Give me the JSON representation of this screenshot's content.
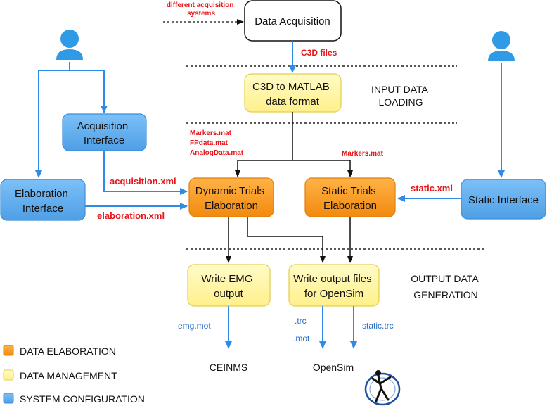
{
  "colors": {
    "orange": "#f7941d",
    "yellow": "#fff5a0",
    "blue": "#5aa9ef",
    "arrow_blue": "#2f8be6",
    "label_red": "#e8141a",
    "label_blue": "#2a6fbf"
  },
  "top_note": [
    "different acquisition",
    "systems"
  ],
  "boxes": {
    "data_acquisition": "Data Acquisition",
    "c3d_to_matlab": [
      "C3D to MATLAB",
      "data format"
    ],
    "acquisition_interface": [
      "Acquisition",
      "Interface"
    ],
    "elaboration_interface": [
      "Elaboration",
      "Interface"
    ],
    "dynamic_trials": [
      "Dynamic Trials",
      "Elaboration"
    ],
    "static_trials": [
      "Static Trials",
      "Elaboration"
    ],
    "static_interface": "Static Interface",
    "write_emg": [
      "Write EMG",
      "output"
    ],
    "write_opensim": [
      "Write output files",
      "for OpenSim"
    ]
  },
  "sections": {
    "input": [
      "INPUT DATA",
      "LOADING"
    ],
    "output": [
      "OUTPUT DATA",
      "GENERATION"
    ]
  },
  "labels": {
    "c3d_files": "C3D files",
    "dynamic_inputs": [
      "Markers.mat",
      "FPdata.mat",
      "AnalogData.mat"
    ],
    "static_input": "Markers.mat",
    "acquisition_xml": "acquisition.xml",
    "elaboration_xml": "elaboration.xml",
    "static_xml": "static.xml",
    "emg_mot": "emg.mot",
    "trc": ".trc",
    "mot": ".mot",
    "static_trc": "static.trc"
  },
  "sinks": {
    "ceinms": "CEINMS",
    "opensim": "OpenSim"
  },
  "legend": [
    {
      "label": "DATA ELABORATION",
      "color": "#f7941d"
    },
    {
      "label": "DATA MANAGEMENT",
      "color": "#fff5a0"
    },
    {
      "label": "SYSTEM CONFIGURATION",
      "color": "#5aa9ef"
    }
  ]
}
